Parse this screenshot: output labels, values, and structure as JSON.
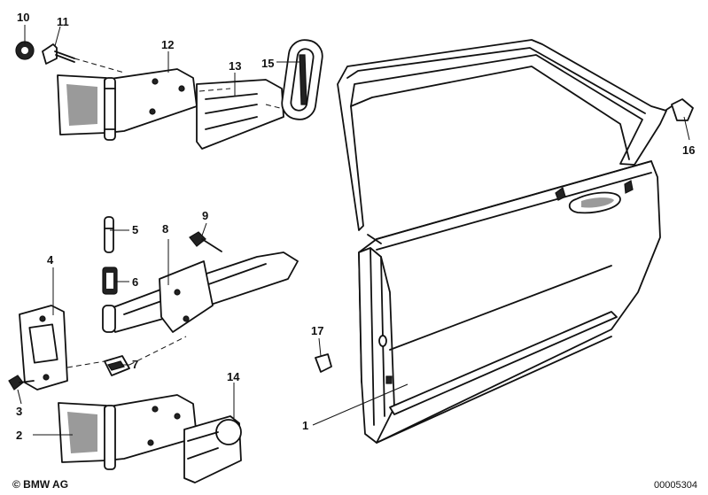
{
  "callouts": [
    {
      "num": "1",
      "part": "door"
    },
    {
      "num": "2",
      "part": "lower-door-hinge"
    },
    {
      "num": "3",
      "part": "hinge-bolt"
    },
    {
      "num": "4",
      "part": "hinge-backing-plate"
    },
    {
      "num": "5",
      "part": "check-strap-pin"
    },
    {
      "num": "6",
      "part": "check-strap-bushing"
    },
    {
      "num": "7",
      "part": "check-strap-clip"
    },
    {
      "num": "8",
      "part": "door-check-strap"
    },
    {
      "num": "9",
      "part": "check-strap-bolt"
    },
    {
      "num": "10",
      "part": "hinge-nut"
    },
    {
      "num": "11",
      "part": "hinge-screw"
    },
    {
      "num": "12",
      "part": "upper-door-hinge"
    },
    {
      "num": "13",
      "part": "adjusting-shim-plate"
    },
    {
      "num": "14",
      "part": "lower-shim-plate"
    },
    {
      "num": "15",
      "part": "door-grommet"
    },
    {
      "num": "16",
      "part": "window-frame-plug"
    },
    {
      "num": "17",
      "part": "door-plug"
    }
  ],
  "footer": {
    "copyright": "© BMW AG",
    "diagram_number": "00005304"
  }
}
